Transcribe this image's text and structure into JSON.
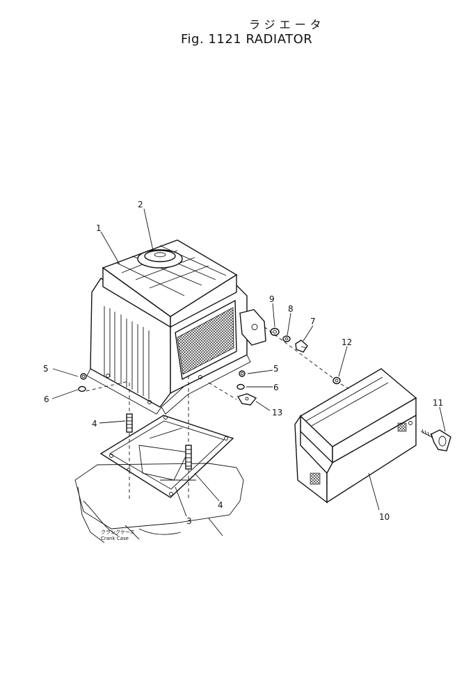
{
  "header": {
    "title_jp": "ラジエータ",
    "title": "Fig. 1121 RADIATOR"
  },
  "callouts": {
    "c1": "1",
    "c2": "2",
    "c3": "3",
    "c4a": "4",
    "c4b": "4",
    "c5a": "5",
    "c5b": "5",
    "c6a": "6",
    "c6b": "6",
    "c7": "7",
    "c8": "8",
    "c9": "9",
    "c10": "10",
    "c11": "11",
    "c12": "12",
    "c13": "13"
  },
  "crank_label": {
    "jp": "クランクケース",
    "en": "Crank Case"
  }
}
